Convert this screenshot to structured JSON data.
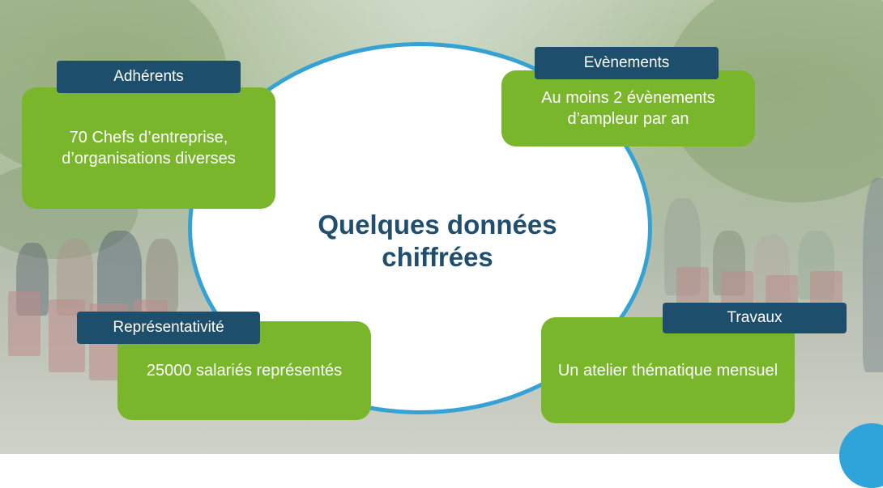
{
  "center": {
    "title": "Quelques données chiffrées"
  },
  "boxes": {
    "adherents": {
      "label": "Adhérents",
      "text": "70 Chefs d’entreprise, d’organisations diverses"
    },
    "evenements": {
      "label": "Evènements",
      "text": "Au moins 2 évènements d’ampleur par an"
    },
    "representativite": {
      "label": "Représentativité",
      "text": "25000 salariés représentés"
    },
    "travaux": {
      "label": "Travaux",
      "text": "Un atelier thématique mensuel"
    }
  },
  "colors": {
    "green": "#79b62b",
    "navy": "#1d4f6c",
    "circle_border": "#35a2d6",
    "title": "#1f4e6e"
  }
}
